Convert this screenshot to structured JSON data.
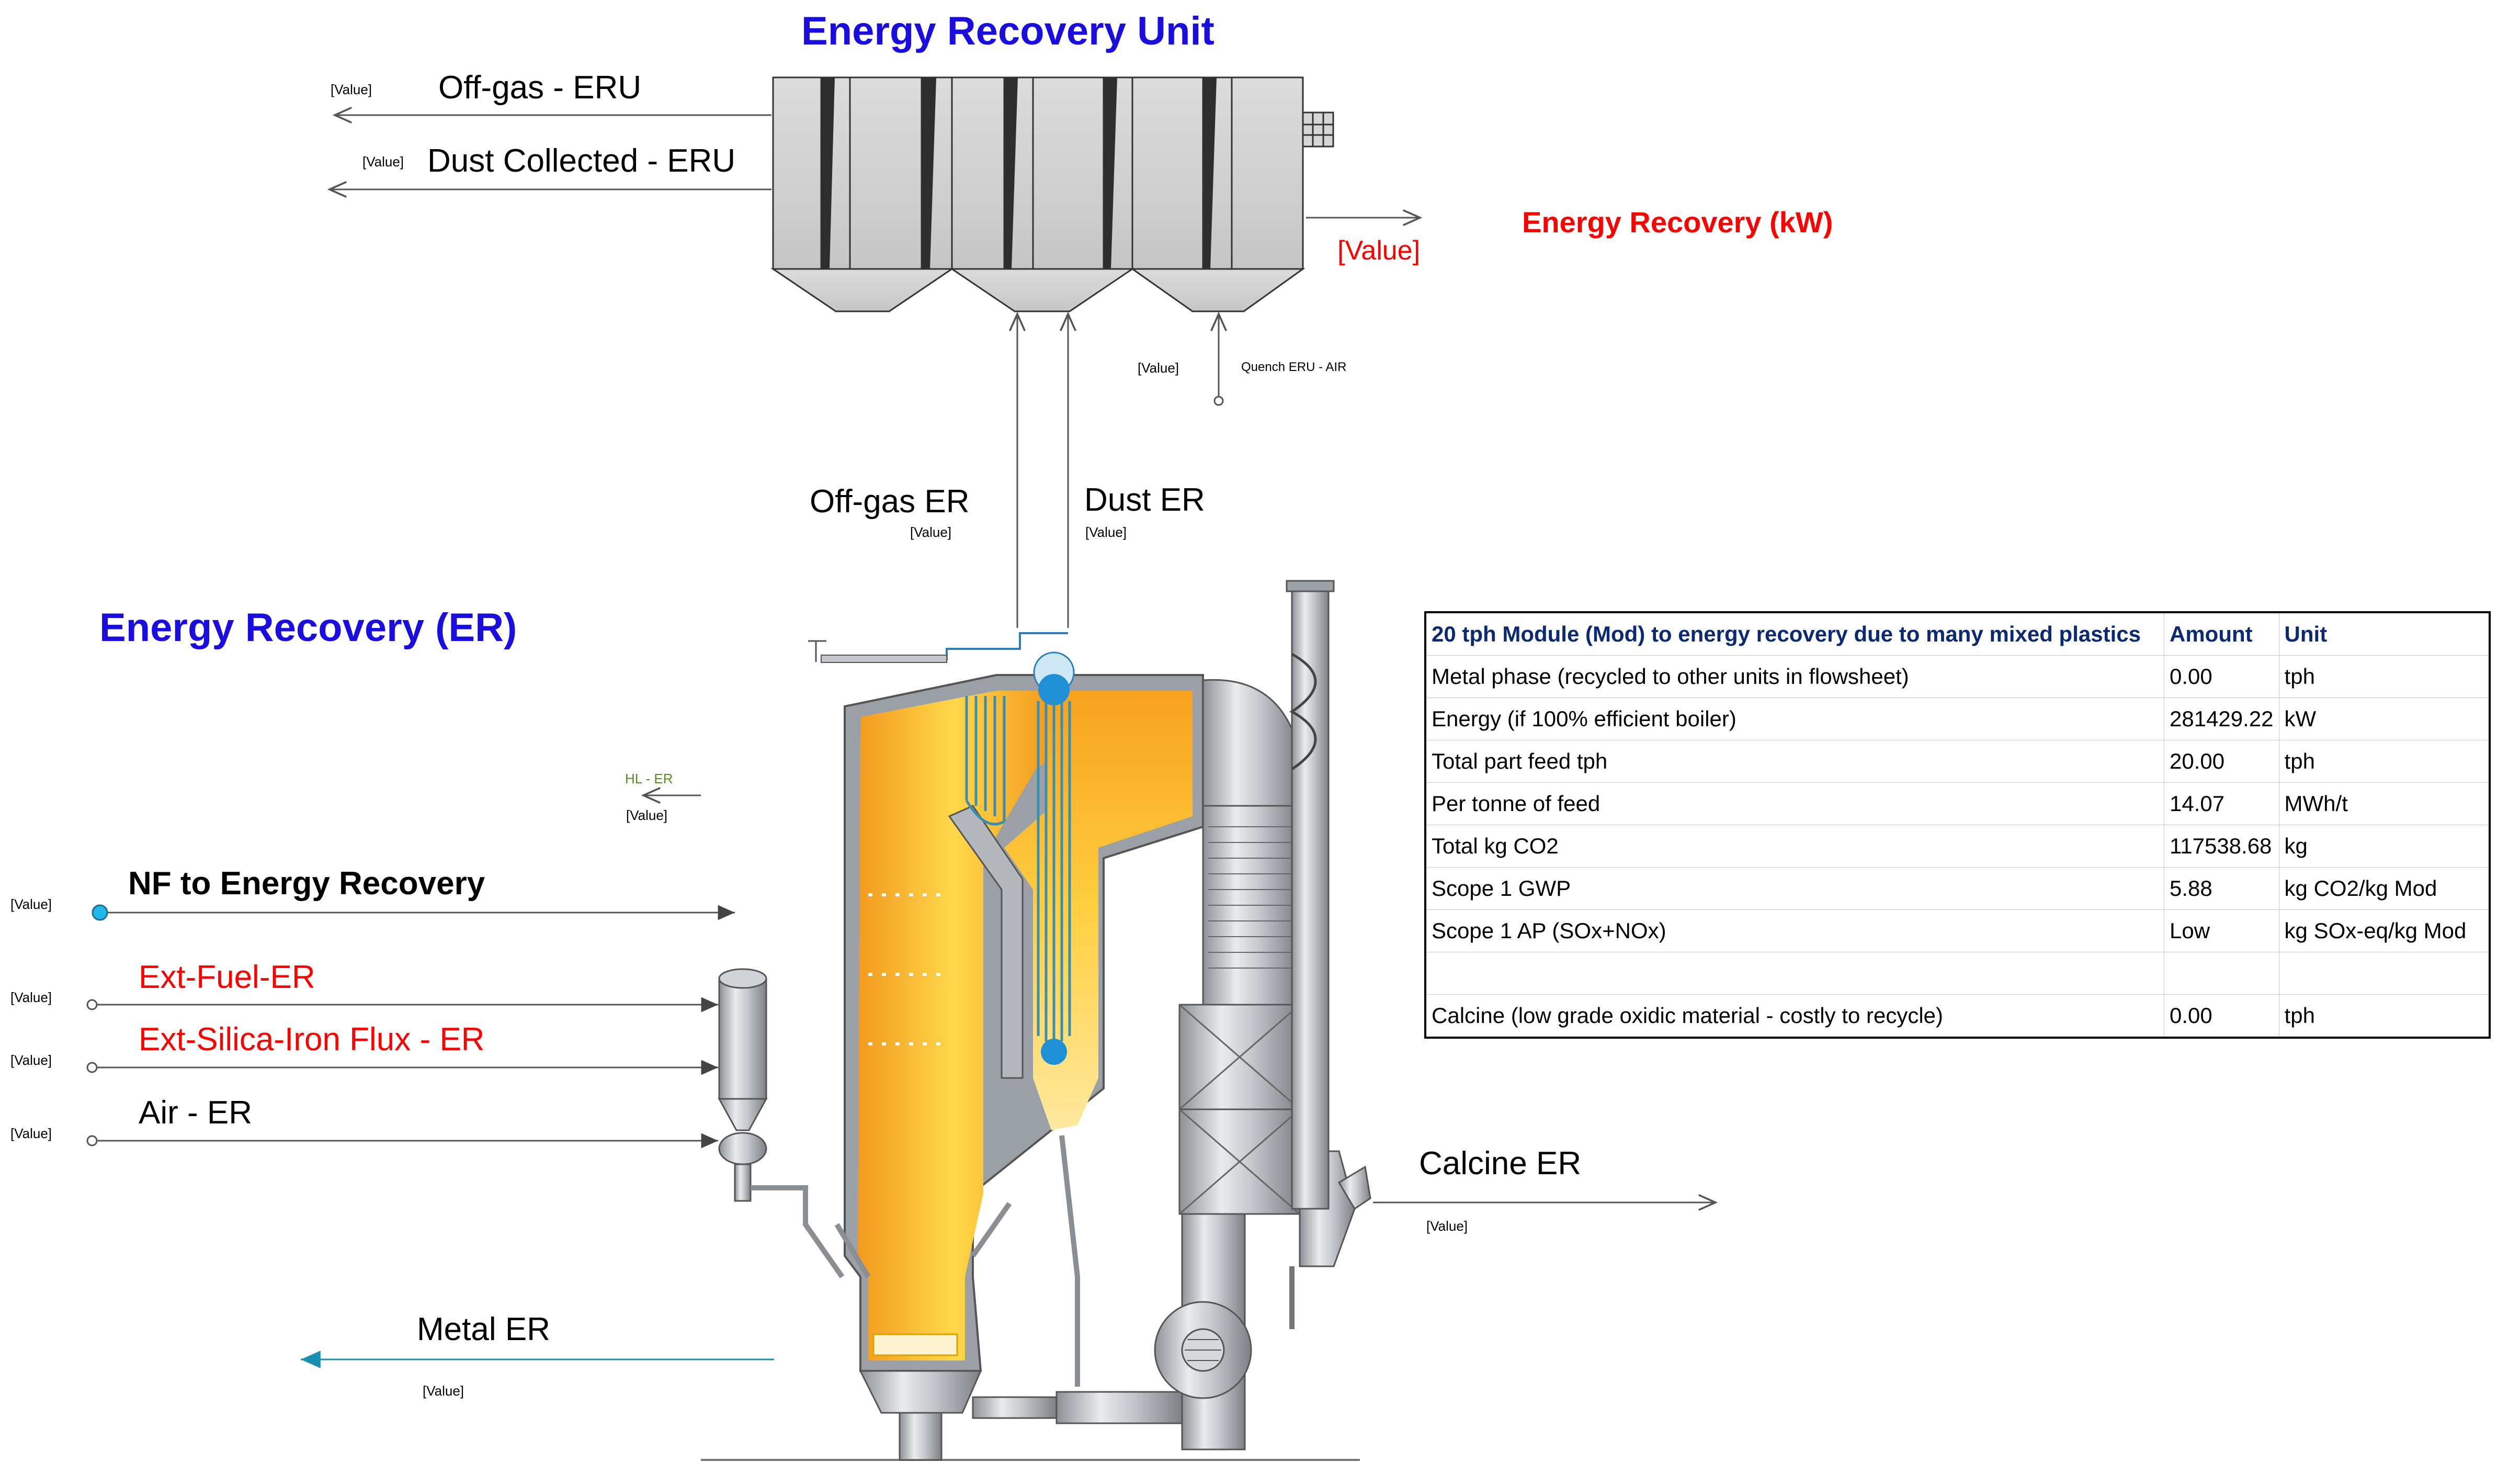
{
  "headings": {
    "unit_title": "Energy Recovery Unit",
    "er_title": "Energy Recovery (ER)"
  },
  "streams": {
    "offgas_eru": {
      "label": "Off-gas - ERU",
      "value": "[Value]"
    },
    "dust_eru": {
      "label": "Dust Collected - ERU",
      "value": "[Value]"
    },
    "energy_recovery": {
      "label": "Energy Recovery (kW)",
      "value": "[Value]"
    },
    "quench_air": {
      "label": "Quench ERU - AIR",
      "value": "[Value]"
    },
    "offgas_er": {
      "label": "Off-gas ER",
      "value": "[Value]"
    },
    "dust_er": {
      "label": "Dust ER",
      "value": "[Value]"
    },
    "hl_er": {
      "label": "HL - ER",
      "value": "[Value]"
    },
    "nf_to_er": {
      "label": "NF to Energy Recovery",
      "value": "[Value]"
    },
    "ext_fuel": {
      "label": "Ext-Fuel-ER",
      "value": "[Value]"
    },
    "ext_silica": {
      "label": "Ext-Silica-Iron Flux - ER",
      "value": "[Value]"
    },
    "air_er": {
      "label": "Air - ER",
      "value": "[Value]"
    },
    "calcine_er": {
      "label": "Calcine ER",
      "value": "[Value]"
    },
    "metal_er": {
      "label": "Metal ER",
      "value": "[Value]"
    }
  },
  "table": {
    "headers": [
      "20 tph Module  (Mod) to energy recovery due to many mixed plastics",
      "Amount",
      "Unit"
    ],
    "rows": [
      [
        "Metal phase (recycled to other units in flowsheet)",
        "0.00",
        "tph"
      ],
      [
        "Energy (if 100% efficient boiler)",
        "281429.22",
        "kW"
      ],
      [
        "Total part feed tph",
        "20.00",
        "tph"
      ],
      [
        "Per tonne of feed",
        "14.07",
        "MWh/t"
      ],
      [
        "Total kg CO2",
        "117538.68",
        "kg"
      ],
      [
        "Scope 1 GWP",
        "5.88",
        "kg CO2/kg Mod"
      ],
      [
        "Scope 1 AP (SOx+NOx)",
        "Low",
        "kg SOx-eq/kg Mod"
      ],
      [
        "",
        "",
        ""
      ],
      [
        "Calcine (low grade oxidic material - costly to recycle)",
        "0.00",
        "tph"
      ]
    ]
  },
  "colors": {
    "title_blue": "#1a0de0",
    "highlight_red": "#ff0000",
    "table_header": "#0b2a73",
    "flame_orange": "#f7931e",
    "flame_yellow": "#ffd84a",
    "steel_grey": "#b8bcc0"
  }
}
